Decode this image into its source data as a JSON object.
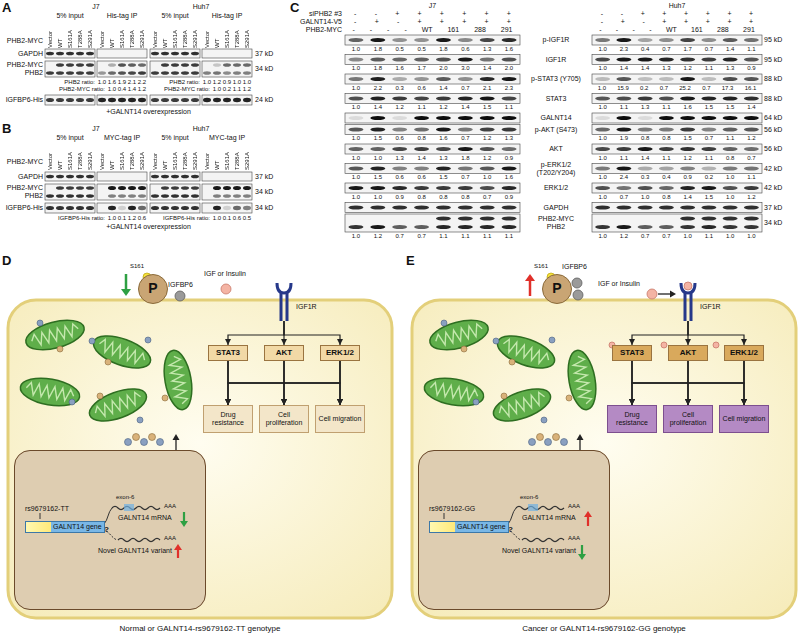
{
  "diagram": {
    "nodes": [
      {
        "text": [
          "P"
        ]
      },
      {
        "text": [
          "IGF1R"
        ]
      },
      {
        "text": [
          "STAT3"
        ]
      },
      {
        "text": [
          "AKT"
        ]
      },
      {
        "text": [
          "ERK1/2"
        ]
      },
      {
        "text": [
          "Drug resistance"
        ]
      },
      {
        "text": [
          "Cell proliferation"
        ]
      },
      {
        "text": [
          "Cell migration"
        ]
      },
      {
        "text": [
          "rs9679162-TT"
        ]
      },
      {
        "text": [
          "GALNT14 gene"
        ],
        "in": 8
      },
      {
        "text": [
          "P"
        ]
      },
      {
        "text": [
          "IGF1R"
        ]
      },
      {
        "text": [
          "STAT3"
        ]
      },
      {
        "text": [
          "AKT"
        ]
      },
      {
        "text": [
          "ERK1/2"
        ]
      },
      {
        "text": [
          "Drug resistance"
        ]
      },
      {
        "text": [
          "Cell proliferation"
        ]
      },
      {
        "text": [
          "Cell migration"
        ]
      },
      {
        "text": [
          "rs9679162-GG"
        ]
      },
      {
        "text": [
          "GALNT14 gene"
        ],
        "in": 18
      }
    ],
    "edges": [
      {
        "from": 1,
        "to": 2,
        "arrow": "to"
      },
      {
        "from": 1,
        "to": 3,
        "arrow": "to"
      },
      {
        "from": 1,
        "to": 4,
        "arrow": "to"
      },
      {
        "from": 2,
        "to": 5,
        "arrow": "to"
      },
      {
        "from": 2,
        "to": 6,
        "arrow": "to"
      },
      {
        "from": 2,
        "to": 7,
        "arrow": "to"
      },
      {
        "from": 3,
        "to": 5,
        "arrow": "to"
      },
      {
        "from": 3,
        "to": 6,
        "arrow": "to"
      },
      {
        "from": 3,
        "to": 7,
        "arrow": "to"
      },
      {
        "from": 4,
        "to": 5,
        "arrow": "to"
      },
      {
        "from": 4,
        "to": 6,
        "arrow": "to"
      },
      {
        "from": 4,
        "to": 7,
        "arrow": "to"
      },
      {
        "from": 11,
        "to": 12,
        "arrow": "to"
      },
      {
        "from": 11,
        "to": 13,
        "arrow": "to"
      },
      {
        "from": 11,
        "to": 14,
        "arrow": "to"
      },
      {
        "from": 12,
        "to": 15,
        "arrow": "to"
      },
      {
        "from": 12,
        "to": 16,
        "arrow": "to"
      },
      {
        "from": 12,
        "to": 17,
        "arrow": "to"
      },
      {
        "from": 13,
        "to": 15,
        "arrow": "to"
      },
      {
        "from": 13,
        "to": 16,
        "arrow": "to"
      },
      {
        "from": 13,
        "to": 17,
        "arrow": "to"
      },
      {
        "from": 14,
        "to": 15,
        "arrow": "to"
      },
      {
        "from": 14,
        "to": 16,
        "arrow": "to"
      },
      {
        "from": 14,
        "to": 17,
        "arrow": "to"
      }
    ],
    "labels": [
      "A",
      "J7",
      "Huh7",
      "5% input",
      "His-tag IP",
      "5% input",
      "His-tag IP",
      "PHB2-MYC",
      "Vector",
      "WT",
      "S161A",
      "T288A",
      "S291A",
      "Vector",
      "WT",
      "S161A",
      "T288A",
      "S291A",
      "Vector",
      "WT",
      "S161A",
      "T288A",
      "S291A",
      "Vector",
      "WT",
      "S161A",
      "T288A",
      "S291A",
      "GAPDH",
      "37 kD",
      "PHB2-MYC",
      "PHB2",
      "34 kD",
      "PHB2 ratio:",
      "1.0 1.6 1.9 2.1 2.2",
      "PHB2 ratio:",
      "1.0 1.2 0.9 1.0 1.0",
      "PHB2-MYC ratio:",
      "1.0 0.4 1.4 1.2",
      "PHB2-MYC ratio:",
      "1.0 0.2 1.1 1.2",
      "IGFBP6-His",
      "24 kD",
      "+GALNT14 overexpression",
      "B",
      "J7",
      "Huh7",
      "5% input",
      "MYC-tag IP",
      "5% input",
      "MYC-tag IP",
      "PHB2-MYC",
      "Vector",
      "WT",
      "S161A",
      "T288A",
      "S291A",
      "Vector",
      "WT",
      "S161A",
      "T288A",
      "S291A",
      "Vector",
      "WT",
      "S161A",
      "T288A",
      "S291A",
      "Vector",
      "WT",
      "S161A",
      "T288A",
      "S291A",
      "GAPDH",
      "37 kD",
      "PHB2-MYC",
      "PHB2",
      "34 kD",
      "IGFBP6-His",
      "34 kD",
      "IGFBP6-His ratio:",
      "1.0 0.1 1.2 0.6",
      "IGFBP6-His ratio:",
      "1.0 0.1 0.6 0.5",
      "+GALNT14 overexpression",
      "C",
      "J7",
      "Huh7",
      "siPHB2 #3",
      "- - + + + + + +",
      "- - + + + + + +",
      "GALNT14-V5",
      "- + - + + + + +",
      "- + - + + + + +",
      "PHB2-MYC",
      "- - - - WT 161 288 291",
      "- - - - WT 161 288 291",
      "p-IGF1R",
      "95 kD",
      "1.0 1.8 0.5 0.5 1.8 0.6 1.3 1.6",
      "1.0 2.3 0.4 0.7 1.7 0.7 1.4 1.1",
      "IGF1R",
      "95 kD",
      "1.0 1.8 1.6 1.7 2.0 3.0 1.4 2.0",
      "1.0 1.4 1.4 1.3 1.2 1.1 1.3 0.9",
      "p-STAT3 (Y705)",
      "88 kD",
      "1.0 2.2 0.3 0.6 1.4 0.7 2.1 2.3",
      "1.0 15.9 0.2 0.7 25.2 0.7 17.3 16.1",
      "STAT3",
      "88 kD",
      "1.0 1.4 1.2 1.1 1.2 1.4 1.5 1.1",
      "1.0 1.1 1.3 1.1 1.6 1.5 1.5 1.4",
      "GALNT14",
      "64 kD",
      "p-AKT (S473)",
      "56 kD",
      "1.0 1.5 0.6 0.8 1.6 0.7 1.2 1.3",
      "1.0 1.9 0.8 0.8 1.5 0.7 1.1 1.2",
      "AKT",
      "56 kD",
      "1.0 1.0 1.3 1.4 1.3 1.8 1.2 0.9",
      "1.0 1.1 1.4 1.1 1.2 1.1 0.8 0.7",
      "p-ERK1/2 (T202/Y204)",
      "42 kD",
      "1.0 1.5 0.6 0.6 1.5 0.7 1.0 1.6",
      "1.0 2.4 0.3 0.4 0.9 0.2 1.0 1.1",
      "ERK1/2",
      "42 kD",
      "1.0 1.0 0.9 0.8 0.8 0.8 0.7 0.9",
      "1.0 0.7 1.0 0.8 1.4 1.5 1.0 1.2",
      "GAPDH",
      "37 kD",
      "PHB2-MYC",
      "PHB2",
      "34 kD",
      "1.0 1.2 0.7 0.7 1.1 1.1 1.1 1.1",
      "1.0 1.2 0.7 0.7 1.0 1.1 1.0 1.0",
      "D",
      "S161",
      "IGFBP6",
      "IGF or Insulin",
      "exon-6",
      "GALNT14 mRNA",
      "AAA",
      "?",
      "Novel GALNT14 variant",
      "AAA",
      "Normal or GALNT14-rs9679162-TT genotype",
      "E",
      "S161",
      "IGFBP6",
      "IGF or Insulin",
      "exon-6",
      "GALNT14 mRNA",
      "AAA",
      "?",
      "Novel GALNT14 variant",
      "AAA",
      "Cancer or GALNT14-rs9679162-GG genotype"
    ]
  }
}
